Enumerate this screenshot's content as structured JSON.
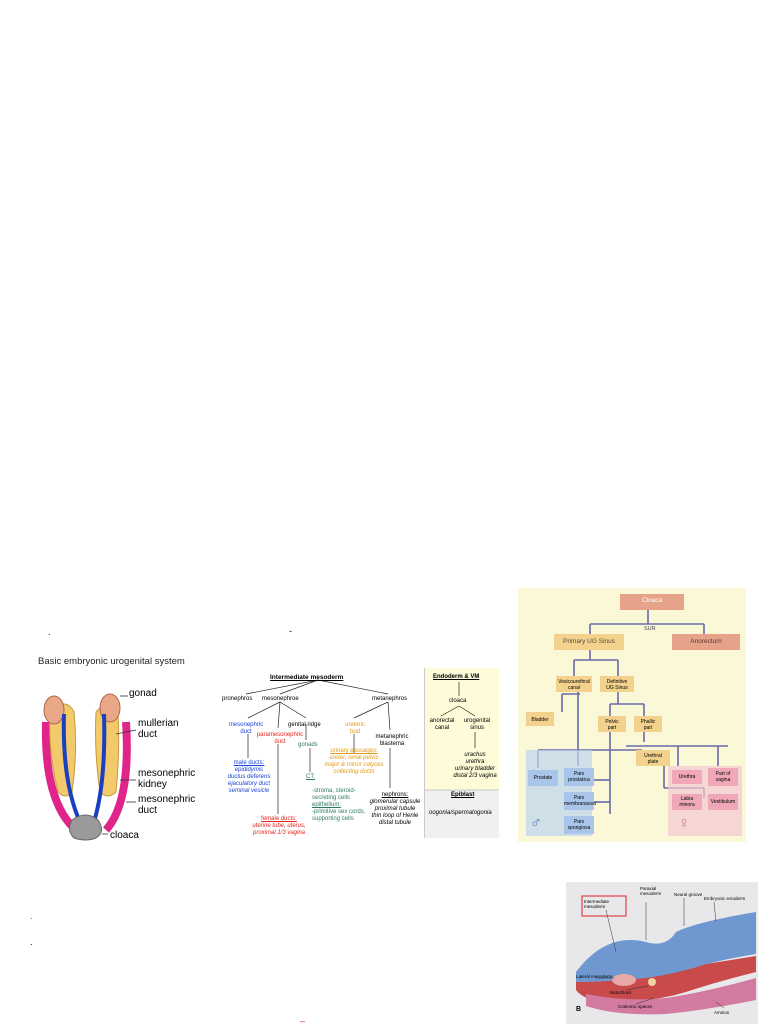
{
  "page": {
    "bullets": [
      ".",
      ".",
      "-",
      "_"
    ],
    "accent_colors": {
      "red": "#e8221a",
      "blue": "#1a44d6",
      "orange": "#e09a1c",
      "green": "#2f7a5a",
      "pink": "#e0248a"
    }
  },
  "fig1": {
    "title": "Basic embryonic urogenital system",
    "labels": {
      "gonad": "gonad",
      "mullerian_1": "mullerian",
      "mullerian_2": "duct",
      "kidney_1": "mesonephric",
      "kidney_2": "kidney",
      "duct_1": "mesonephric",
      "duct_2": "duct",
      "cloaca": "cloaca"
    }
  },
  "fig2": {
    "title": "Intermediate mesoderm",
    "pronephros": "pronephros",
    "mesonephros": "mesonephroe",
    "metanephros": "metanephros",
    "mesonephric_duct": [
      "mesonephric",
      "duct"
    ],
    "genital_ridge": "genital ridge",
    "paramesonephric": [
      "paramesonephric",
      "duct"
    ],
    "gonads": "gonads",
    "ureteric_bud": [
      "ureteric",
      "bud"
    ],
    "metanephric_blastema": [
      "metanephric",
      "blastema"
    ],
    "male_ducts": [
      "male ducts:",
      "epididymis",
      "ductus deferens",
      "ejaculatory duct",
      "seminal vesicle"
    ],
    "ct": "CT:",
    "ct_lines": [
      "-stroma, steroid-",
      "secreting cells"
    ],
    "epithelium": "epithelium:",
    "epi_lines": [
      "-primitive sex cords,",
      "supporting cells"
    ],
    "urinary": [
      "urinary passages:",
      "ureter, renal pelvis",
      "major & minor calyces",
      "collecting ducts"
    ],
    "nephrons": [
      "nephrons:",
      "glomerular capsule",
      "proximal tubule",
      "thin loop of Henle",
      "distal tubule"
    ],
    "female_ducts": [
      "female ducts:",
      "uterine tube, uterus,",
      "proximal 1/3 vagina"
    ],
    "endo_title": "Endoderm & VM",
    "cloaca": "cloaca",
    "anorectal": [
      "anorectal",
      "canal"
    ],
    "ug_sinus": [
      "urogenital",
      "sinus"
    ],
    "sinus_derivs": [
      "urachus",
      "urethra",
      "urinary bladder",
      "distal 2/3 vagina"
    ],
    "epiblast": "Epiblast",
    "oogonia": "oogonia/spermatogonia"
  },
  "fig3": {
    "cloaca": "Cloaca",
    "sur": "SUR",
    "primary_ug": "Primary UG Sinus",
    "anorectum": "Anorectum",
    "vesicourethral": [
      "Vesicourethral",
      "canal"
    ],
    "definitive": [
      "Definitive",
      "UG Sinus"
    ],
    "bladder": "Bladder",
    "pelvic": [
      "Pelvic",
      "part"
    ],
    "phallic": [
      "Phallic",
      "part"
    ],
    "urethral_plate": [
      "Urethral",
      "plate"
    ],
    "prostate": "Prostate",
    "pars_prostatica": [
      "Pars",
      "prostatica"
    ],
    "pars_membranacea": [
      "Pars",
      "membranacea"
    ],
    "pars_spongiosa": [
      "Pars",
      "spongiosa"
    ],
    "urethra": "Urethra",
    "part_vagina": [
      "Part of",
      "vagina"
    ],
    "labia": [
      "Labia",
      "minora"
    ],
    "vestibulum": "Vestibulum",
    "male_symbol": "♂",
    "female_symbol": "♀"
  },
  "fig4": {
    "intermediate": [
      "Intermediate",
      "mesoderm"
    ],
    "paraxial": [
      "Paraxial",
      "mesoderm"
    ],
    "neural_groove": "Neural groove",
    "embryonic_ectoderm": "Embryonic ectoderm",
    "lateral_mesoderm": "Lateral mesoderm",
    "notochord": "Notochord",
    "coelomic": "Coelomic spaces",
    "amnion": "Amnion",
    "panel_letter": "B"
  }
}
